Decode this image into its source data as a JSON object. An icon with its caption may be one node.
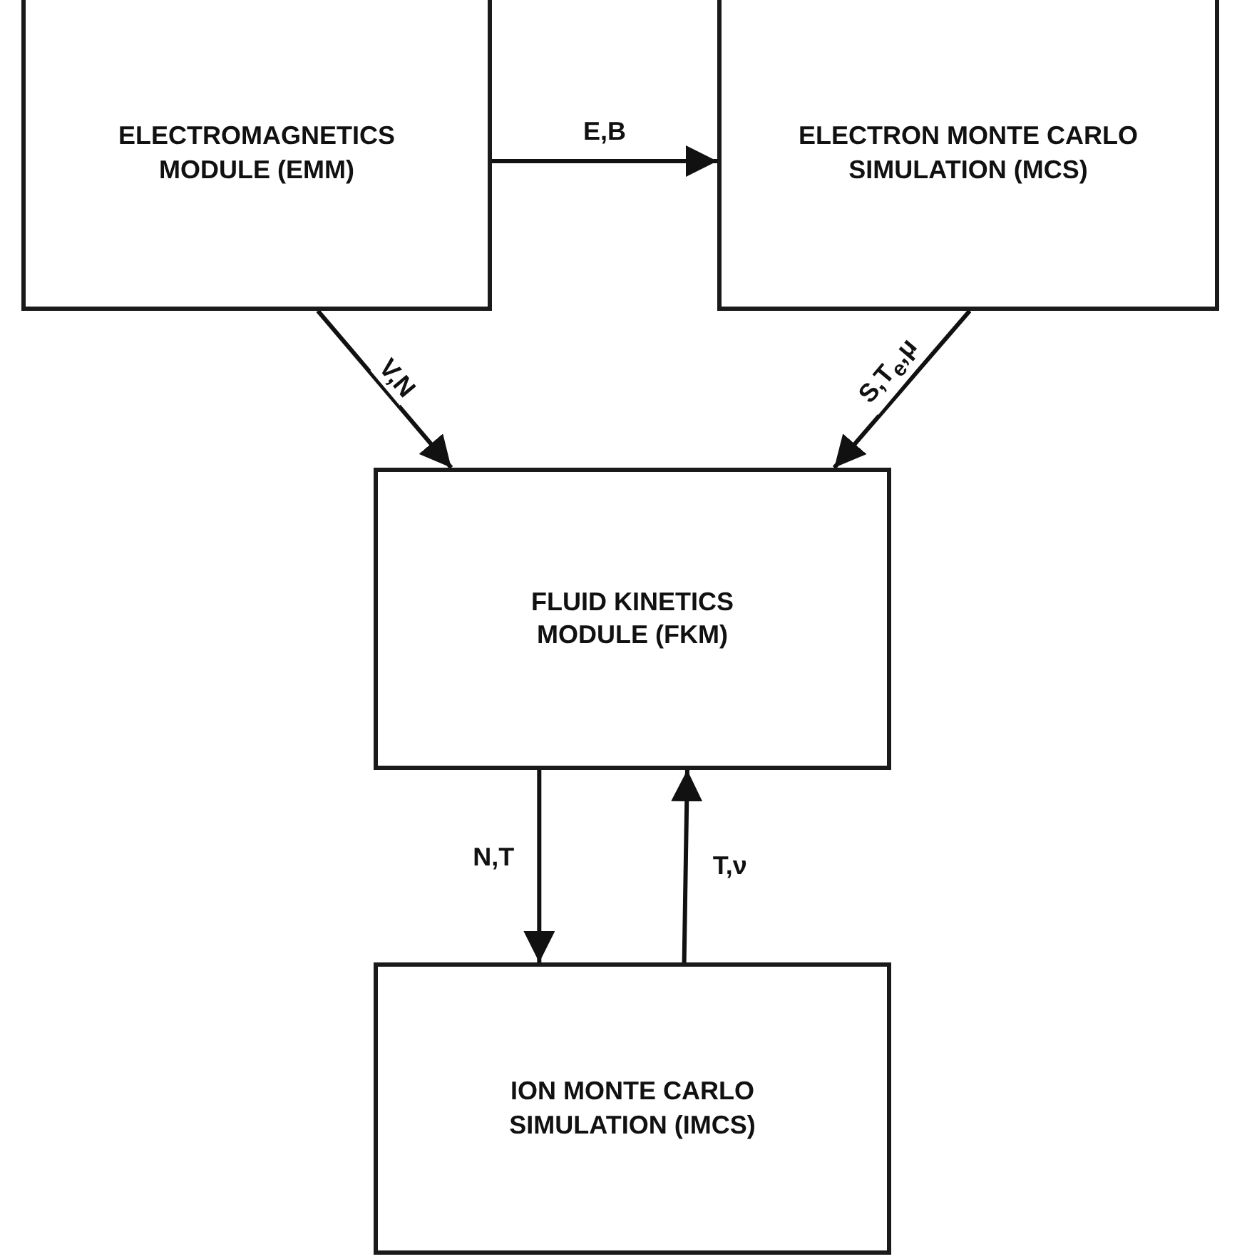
{
  "diagram": {
    "nodes": [
      {
        "text": [
          "ELECTROMAGNETICS MODULE (EMM)"
        ]
      },
      {
        "text": [
          "ELECTRON MONTE CARLO SIMULATION (MCS)"
        ]
      },
      {
        "text": [
          "FLUID KINETICS MODULE (FKM)"
        ]
      },
      {
        "text": [
          "ION MONTE CARLO SIMULATION (IMCS)"
        ]
      }
    ],
    "edges": [
      {
        "from": 0,
        "to": 1,
        "arrow": "to",
        "label": "E,B"
      },
      {
        "from": 0,
        "to": 2,
        "arrow": "to",
        "label": "V,N"
      },
      {
        "from": 1,
        "to": 2,
        "arrow": "to",
        "label": "S,T$_{e}$,μ"
      },
      {
        "from": 2,
        "to": 3,
        "arrow": "to",
        "label": "N,T"
      },
      {
        "from": 3,
        "to": 2,
        "arrow": "to",
        "label": "T,ν"
      }
    ]
  }
}
